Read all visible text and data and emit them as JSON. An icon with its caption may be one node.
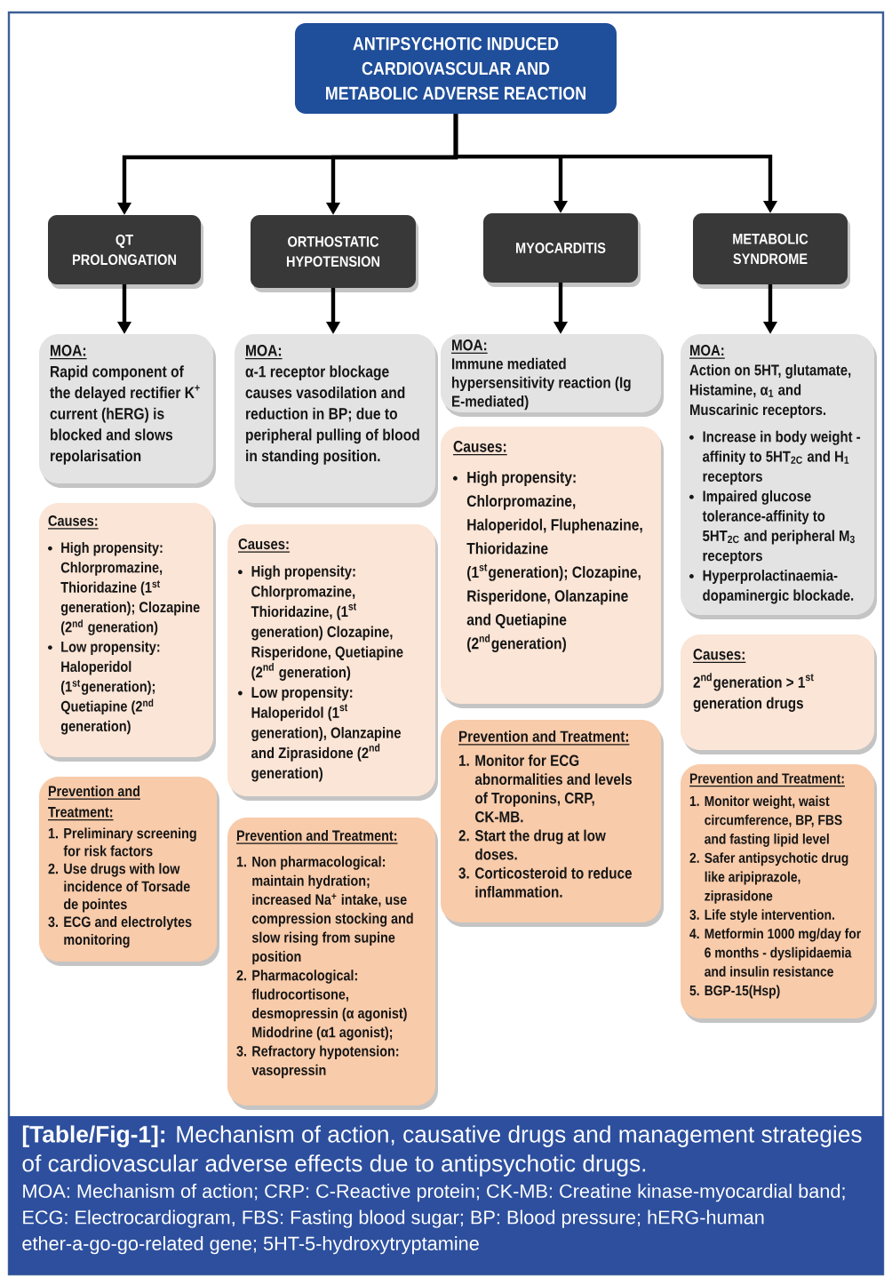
{
  "diagram": {
    "caption": "**[Table/Fig-1]:** Mechanism of action, causative drugs and management strategies of cardiovascular adverse effects due to antipsychotic drugs.",
    "nodes": [
      {
        "text": [
          "ANTIPSYCHOTIC INDUCED CARDIOVASCULAR AND METABOLIC ADVERSE REACTION"
        ]
      },
      {
        "text": [
          "QT PROLONGATION"
        ]
      },
      {
        "text": [
          "ORTHOSTATIC HYPOTENSION"
        ]
      },
      {
        "text": [
          "MYOCARDITIS"
        ]
      },
      {
        "text": [
          "METABOLIC SYNDROME"
        ]
      },
      {
        "text": [
          "MOA:",
          "Rapid component of the delayed rectifier K$^{+}$ current (hERG) is blocked and slows repolarisation"
        ]
      },
      {
        "text": [
          "MOA:",
          "α-1 receptor blockage causes vasodilation and reduction in BP; due to peripheral pulling of blood in standing position."
        ]
      },
      {
        "text": [
          "MOA:",
          "Immune mediated hypersensitivity reaction (Ig E-mediated)"
        ]
      },
      {
        "text": [
          "MOA:",
          "Action on 5HT, glutamate, Histamine, α$_{1}$ and Muscarinic receptors.",
          "Increase in body weight - affinity to 5HT$_{2C}$ and H$_{1}$ receptors",
          "Impaired glucose tolerance-affinity to 5HT$_{2C}$ and peripheral M$_{3}$ receptors",
          "Hyperprolactinaemia-dopaminergic blockade."
        ]
      },
      {
        "text": [
          "Causes:",
          "High propensity: Chlorpromazine, Thioridazine (1$^{st}$ generation); Clozapine (2$^{nd}$ generation)",
          "Low propensity: Haloperidol (1$^{st}$generation); Quetiapine (2$^{nd}$ generation)"
        ]
      },
      {
        "text": [
          "Causes:",
          "High propensity: Chlorpromazine, Thioridazine, (1$^{st}$ generation) Clozapine, Risperidone, Quetiapine (2$^{nd}$ generation)",
          "Low propensity: Haloperidol (1$^{st}$ generation), Olanzapine and Ziprasidone (2$^{nd}$ generation)"
        ]
      },
      {
        "text": [
          "Causes:",
          "High propensity: Chlorpromazine, Haloperidol, Fluphenazine, Thioridazine (1$^{st}$generation); Clozapine, Risperidone, Olanzapine and Quetiapine (2$^{nd}$generation)"
        ]
      },
      {
        "text": [
          "Causes:",
          "2$^{nd}$generation > 1$^{st}$ generation drugs"
        ]
      },
      {
        "text": [
          "Prevention and Treatment:",
          "1. Preliminary screening for risk factors",
          "2. Use drugs with low incidence of Torsade de pointes",
          "3. ECG and electrolytes monitoring"
        ]
      },
      {
        "text": [
          "Prevention and Treatment:",
          "1. Non pharmacological: maintain hydration; increased Na$^{+}$ intake, use compression stocking and slow rising from supine position",
          "2. Pharmacological: fludrocortisone, desmopressin (α agonist) Midodrine (α1 agonist);",
          "3. Refractory hypotension: vasopressin"
        ]
      },
      {
        "text": [
          "Prevention and Treatment:",
          "1. Monitor for ECG abnormalities and levels of Troponins, CRP, CK-MB.",
          "2. Start the drug at low doses.",
          "3. Corticosteroid to reduce inflammation."
        ]
      },
      {
        "text": [
          "Prevention and Treatment:",
          "1. Monitor weight, waist circumference, BP, FBS and fasting lipid level",
          "2. Safer antipsychotic drug like aripiprazole, ziprasidone",
          "3. Life style intervention.",
          "4. Metformin 1000 mg/day for 6 months - dyslipidaemia and insulin resistance",
          "5. BGP-15(Hsp)"
        ]
      }
    ],
    "edges": [
      {
        "from": 0,
        "to": 1,
        "arrow": "to"
      },
      {
        "from": 0,
        "to": 2,
        "arrow": "to"
      },
      {
        "from": 0,
        "to": 3,
        "arrow": "to"
      },
      {
        "from": 0,
        "to": 4,
        "arrow": "to"
      },
      {
        "from": 1,
        "to": 5,
        "arrow": "to"
      },
      {
        "from": 2,
        "to": 6,
        "arrow": "to"
      },
      {
        "from": 3,
        "to": 7,
        "arrow": "to"
      },
      {
        "from": 4,
        "to": 8,
        "arrow": "to"
      }
    ],
    "labels": [
      "MOA: Mechanism of action; CRP: C-Reactive protein; CK-MB: Creatine kinase-myocardial band; ECG: Electrocardiogram, FBS: Fasting blood sugar; BP: Blood pressure; hERG-human ether-a-go-go-related gene; 5HT-5-hydroxytryptamine"
    ]
  }
}
